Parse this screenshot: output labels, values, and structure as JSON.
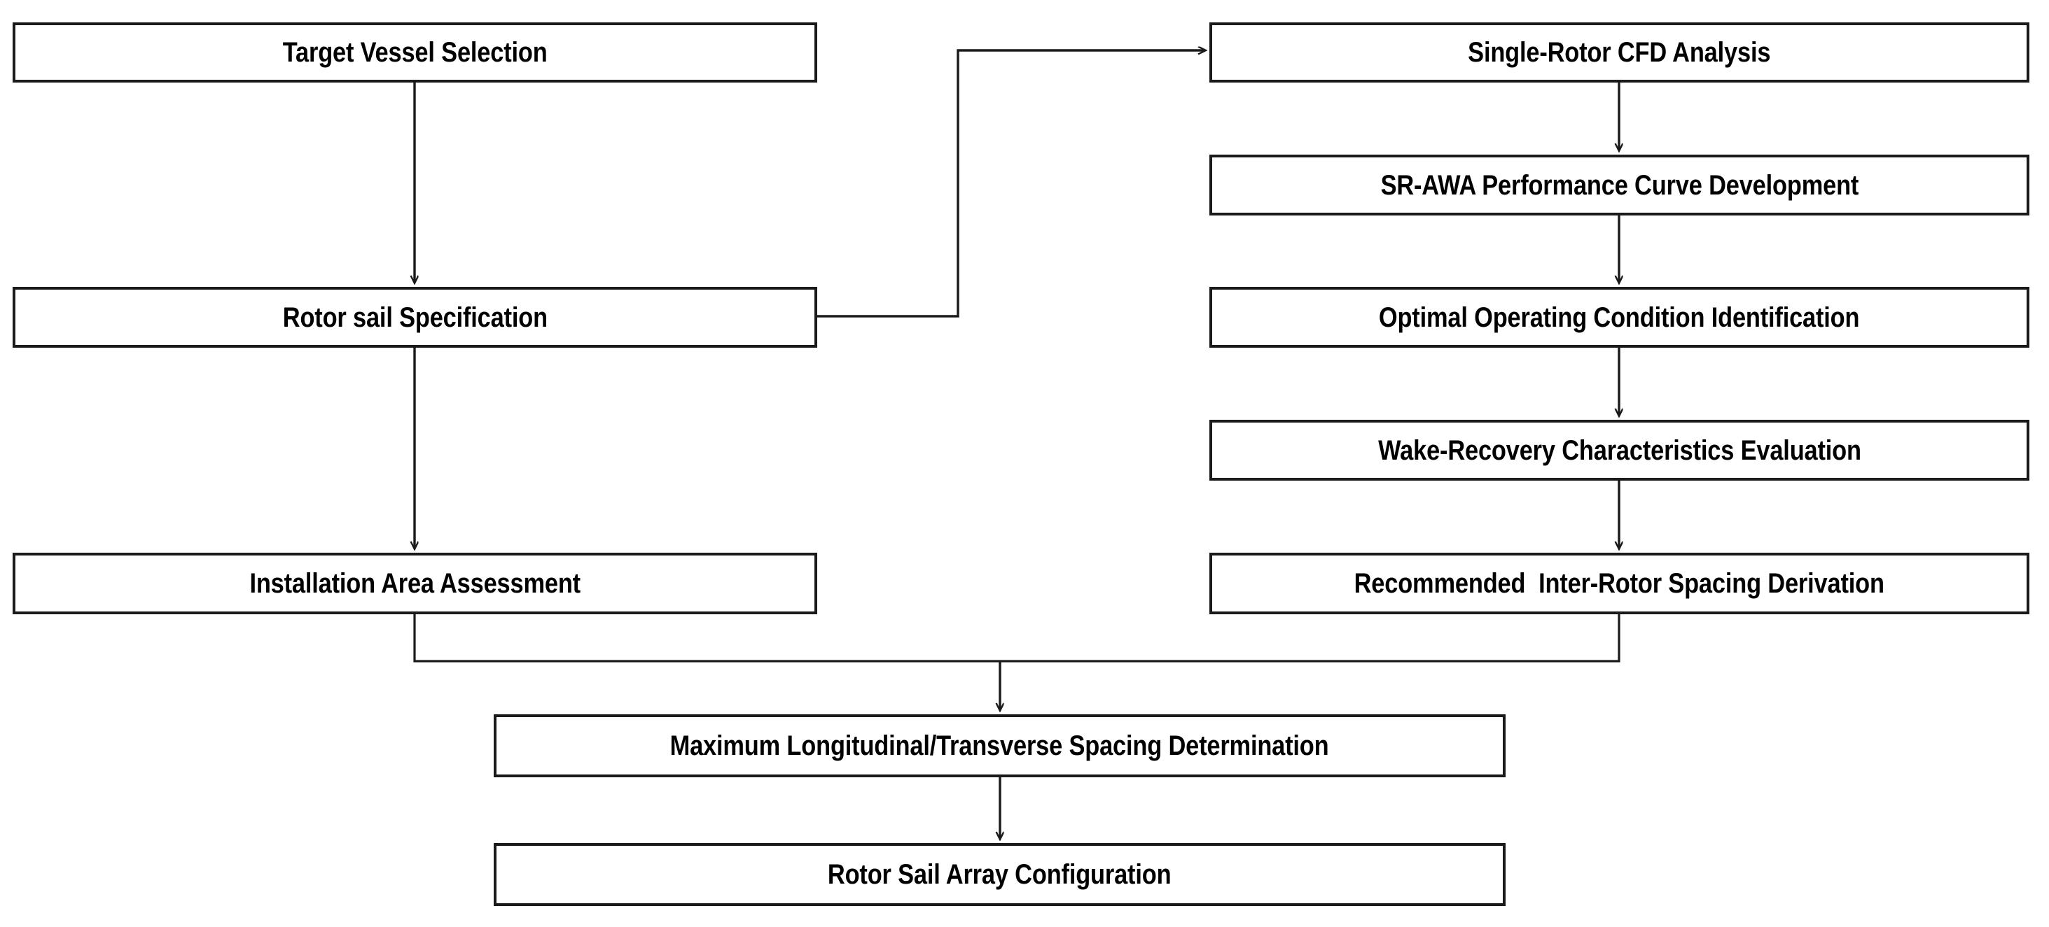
{
  "diagram": {
    "title": "Rotor Sail Array Configuration Methodology Flowchart",
    "background_color": "#ffffff",
    "line_color": "#1a1a1a",
    "text_color": "#000000",
    "nodes": [
      {
        "id": "target-vessel-selection",
        "label": "Target Vessel Selection"
      },
      {
        "id": "rotor-sail-specification",
        "label": "Rotor sail Specification"
      },
      {
        "id": "installation-area-assessment",
        "label": "Installation Area Assessment"
      },
      {
        "id": "single-rotor-cfd-analysis",
        "label": "Single-Rotor CFD Analysis"
      },
      {
        "id": "sr-awa-performance-curve",
        "label": "SR-AWA Performance Curve Development"
      },
      {
        "id": "optimal-operating-condition",
        "label": "Optimal Operating Condition Identification"
      },
      {
        "id": "wake-recovery-characteristics",
        "label": "Wake-Recovery Characteristics Evaluation"
      },
      {
        "id": "recommended-inter-rotor-spacing",
        "label": "Recommended  Inter-Rotor Spacing Derivation"
      },
      {
        "id": "maximum-spacing-determination",
        "label": "Maximum Longitudinal/Transverse Spacing Determination"
      },
      {
        "id": "rotor-sail-array-configuration",
        "label": "Rotor Sail Array Configuration"
      }
    ],
    "edges": [
      {
        "from": "target-vessel-selection",
        "to": "rotor-sail-specification",
        "kind": "vertical-arrow"
      },
      {
        "from": "rotor-sail-specification",
        "to": "installation-area-assessment",
        "kind": "vertical-arrow"
      },
      {
        "from": "rotor-sail-specification",
        "to": "single-rotor-cfd-analysis",
        "kind": "elbow-arrow"
      },
      {
        "from": "single-rotor-cfd-analysis",
        "to": "sr-awa-performance-curve",
        "kind": "vertical-arrow"
      },
      {
        "from": "sr-awa-performance-curve",
        "to": "optimal-operating-condition",
        "kind": "vertical-arrow"
      },
      {
        "from": "optimal-operating-condition",
        "to": "wake-recovery-characteristics",
        "kind": "vertical-arrow"
      },
      {
        "from": "wake-recovery-characteristics",
        "to": "recommended-inter-rotor-spacing",
        "kind": "vertical-arrow"
      },
      {
        "from": "installation-area-assessment",
        "to": "maximum-spacing-determination",
        "kind": "merge-arrow"
      },
      {
        "from": "recommended-inter-rotor-spacing",
        "to": "maximum-spacing-determination",
        "kind": "merge-arrow"
      },
      {
        "from": "maximum-spacing-determination",
        "to": "rotor-sail-array-configuration",
        "kind": "vertical-arrow"
      }
    ]
  }
}
